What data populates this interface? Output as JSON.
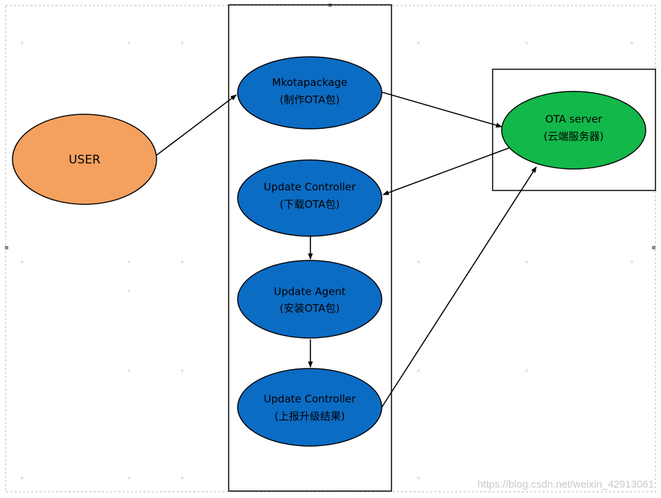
{
  "nodes": {
    "user": {
      "label": "USER"
    },
    "mkota": {
      "line1": "Mkotapackage",
      "line2": "(制作OTA包)"
    },
    "download": {
      "line1": "Update Controller",
      "line2": "(下载OTA包)"
    },
    "agent": {
      "line1": "Update Agent",
      "line2": "(安装OTA包)"
    },
    "report": {
      "line1": "Update Controller",
      "line2": "(上报升级结果)"
    },
    "server": {
      "line1": "OTA server",
      "line2": "(云端服务器)"
    }
  },
  "watermark": "https://blog.csdn.net/weixin_42913061",
  "colors": {
    "user_fill": "#f4a15f",
    "process_fill": "#0b6cc4",
    "server_fill": "#12b84a",
    "stroke": "#000000",
    "frame_dash": "#b5b5b5"
  }
}
